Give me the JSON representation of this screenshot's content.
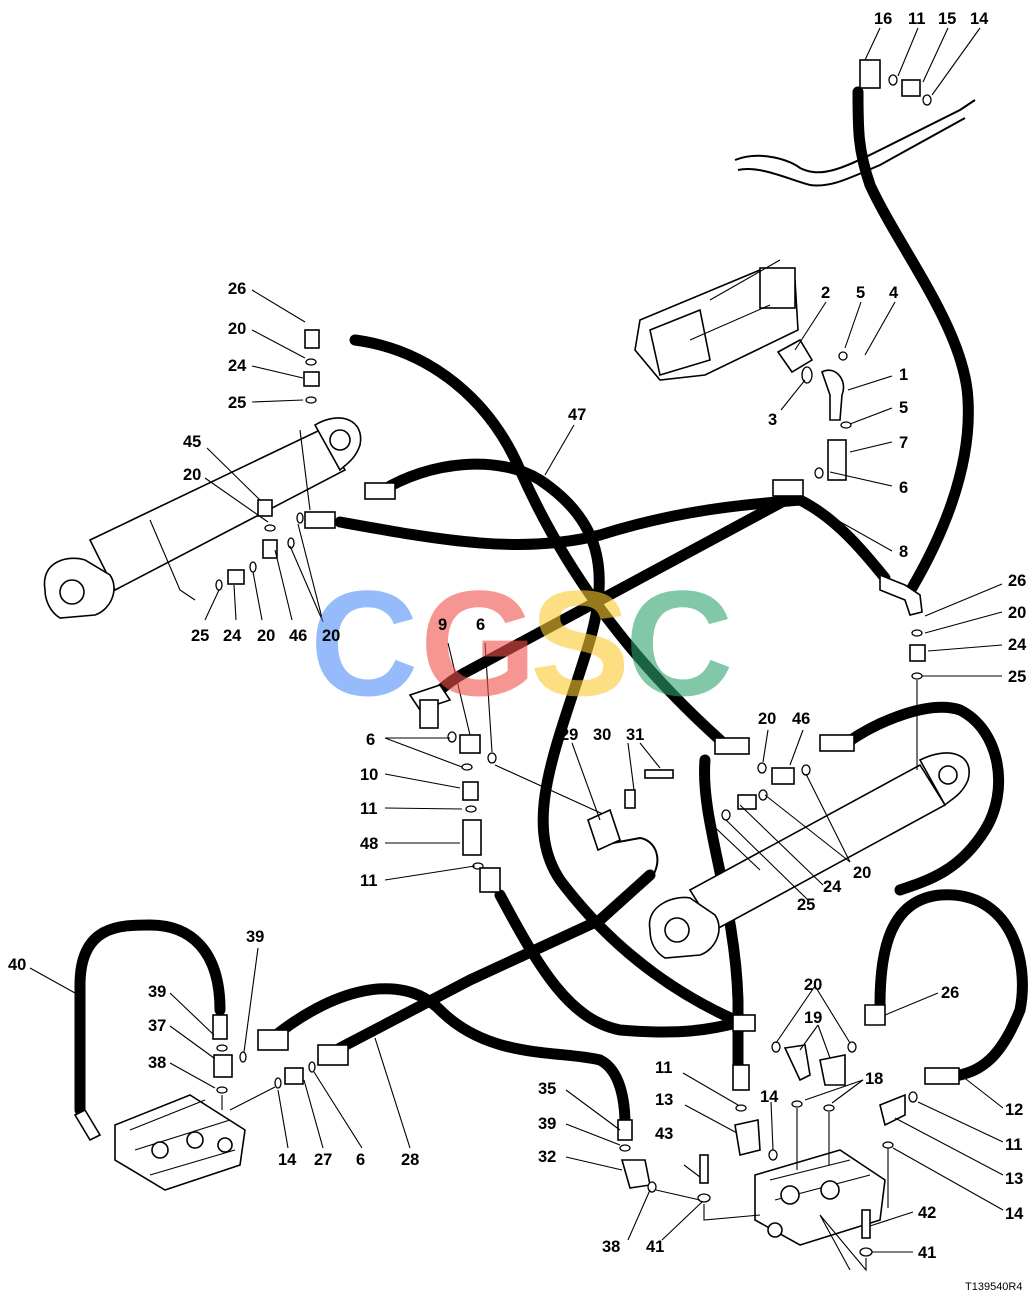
{
  "diagram": {
    "reference_code": "T139540R4",
    "watermark": {
      "letters": [
        "C",
        "G",
        "S",
        "C"
      ],
      "colors": [
        "#4f8ff7",
        "#f0524c",
        "#fbc931",
        "#2fa36f"
      ]
    },
    "callouts": [
      {
        "id": "c16a",
        "text": "16"
      },
      {
        "id": "c11a",
        "text": "11"
      },
      {
        "id": "c15a",
        "text": "15"
      },
      {
        "id": "c14a",
        "text": "14"
      },
      {
        "id": "c26a",
        "text": "26"
      },
      {
        "id": "c20a",
        "text": "20"
      },
      {
        "id": "c24a",
        "text": "24"
      },
      {
        "id": "c25a",
        "text": "25"
      },
      {
        "id": "c45a",
        "text": "45"
      },
      {
        "id": "c20b",
        "text": "20"
      },
      {
        "id": "c25b",
        "text": "25"
      },
      {
        "id": "c24b",
        "text": "24"
      },
      {
        "id": "c20c",
        "text": "20"
      },
      {
        "id": "c46a",
        "text": "46"
      },
      {
        "id": "c20d",
        "text": "20"
      },
      {
        "id": "c47a",
        "text": "47"
      },
      {
        "id": "c2a",
        "text": "2"
      },
      {
        "id": "c5a",
        "text": "5"
      },
      {
        "id": "c4a",
        "text": "4"
      },
      {
        "id": "c1a",
        "text": "1"
      },
      {
        "id": "c3a",
        "text": "3"
      },
      {
        "id": "c5b",
        "text": "5"
      },
      {
        "id": "c7a",
        "text": "7"
      },
      {
        "id": "c6a",
        "text": "6"
      },
      {
        "id": "c8a",
        "text": "8"
      },
      {
        "id": "c26b",
        "text": "26"
      },
      {
        "id": "c20e",
        "text": "20"
      },
      {
        "id": "c24c",
        "text": "24"
      },
      {
        "id": "c25c",
        "text": "25"
      },
      {
        "id": "c9a",
        "text": "9"
      },
      {
        "id": "c6b",
        "text": "6"
      },
      {
        "id": "c6c",
        "text": "6"
      },
      {
        "id": "c10a",
        "text": "10"
      },
      {
        "id": "c11b",
        "text": "11"
      },
      {
        "id": "c48a",
        "text": "48"
      },
      {
        "id": "c11c",
        "text": "11"
      },
      {
        "id": "c29a",
        "text": "29"
      },
      {
        "id": "c30a",
        "text": "30"
      },
      {
        "id": "c31a",
        "text": "31"
      },
      {
        "id": "c20f",
        "text": "20"
      },
      {
        "id": "c46b",
        "text": "46"
      },
      {
        "id": "c20g",
        "text": "20"
      },
      {
        "id": "c24d",
        "text": "24"
      },
      {
        "id": "c25d",
        "text": "25"
      },
      {
        "id": "c40a",
        "text": "40"
      },
      {
        "id": "c39a",
        "text": "39"
      },
      {
        "id": "c39b",
        "text": "39"
      },
      {
        "id": "c37a",
        "text": "37"
      },
      {
        "id": "c38a",
        "text": "38"
      },
      {
        "id": "c14b",
        "text": "14"
      },
      {
        "id": "c27a",
        "text": "27"
      },
      {
        "id": "c6d",
        "text": "6"
      },
      {
        "id": "c28a",
        "text": "28"
      },
      {
        "id": "c20h",
        "text": "20"
      },
      {
        "id": "c19a",
        "text": "19"
      },
      {
        "id": "c26c",
        "text": "26"
      },
      {
        "id": "c18a",
        "text": "18"
      },
      {
        "id": "c11d",
        "text": "11"
      },
      {
        "id": "c12a",
        "text": "12"
      },
      {
        "id": "c11e",
        "text": "11"
      },
      {
        "id": "c13a",
        "text": "13"
      },
      {
        "id": "c13b",
        "text": "13"
      },
      {
        "id": "c14c",
        "text": "14"
      },
      {
        "id": "c14d",
        "text": "14"
      },
      {
        "id": "c35a",
        "text": "35"
      },
      {
        "id": "c39c",
        "text": "39"
      },
      {
        "id": "c43a",
        "text": "43"
      },
      {
        "id": "c32a",
        "text": "32"
      },
      {
        "id": "c38b",
        "text": "38"
      },
      {
        "id": "c41a",
        "text": "41"
      },
      {
        "id": "c42a",
        "text": "42"
      },
      {
        "id": "c41b",
        "text": "41"
      }
    ]
  }
}
